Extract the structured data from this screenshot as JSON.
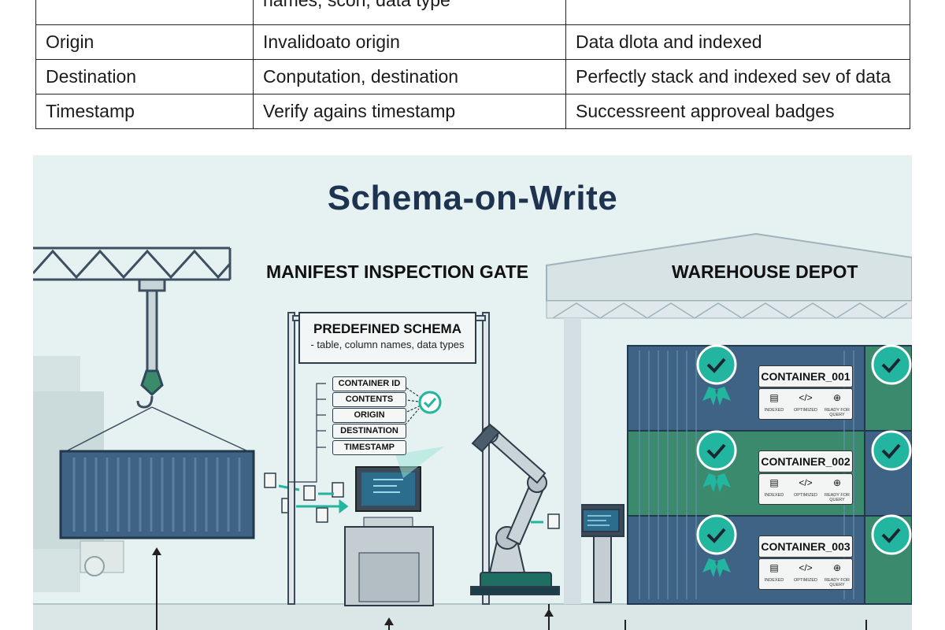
{
  "table": {
    "rows": [
      [
        "",
        "names, scon, data type",
        ""
      ],
      [
        "Origin",
        "Invalidoato origin",
        "Data dlota and indexed"
      ],
      [
        "Destination",
        "Conputation, destination",
        "Perfectly stack and indexed sev of data"
      ],
      [
        "Timestamp",
        "Verify agains timestamp",
        "Successreent approveal badges"
      ]
    ]
  },
  "diagram": {
    "title": "Schema-on-Write",
    "gate_label": "MANIFEST INSPECTION GATE",
    "depot_label": "WAREHOUSE DEPOT",
    "schema_box": {
      "heading": "PREDEFINED SCHEMA",
      "subtext": "- table, column names, data types"
    },
    "fields": [
      "CONTAINER ID",
      "CONTENTS",
      "ORIGIN",
      "DESTINATION",
      "TIMESTAMP"
    ],
    "containers": [
      "CONTAINER_001",
      "CONTAINER_002",
      "CONTAINER_003"
    ],
    "container_icon_labels": [
      "INDEXED",
      "OPTIMIZED",
      "READY FOR QUERY"
    ],
    "colors": {
      "title": "#1d3350",
      "accent_teal": "#22b5a0",
      "container_blue": "#3e6384",
      "container_green": "#3c8a6e",
      "background": "#e6f1f1"
    }
  }
}
